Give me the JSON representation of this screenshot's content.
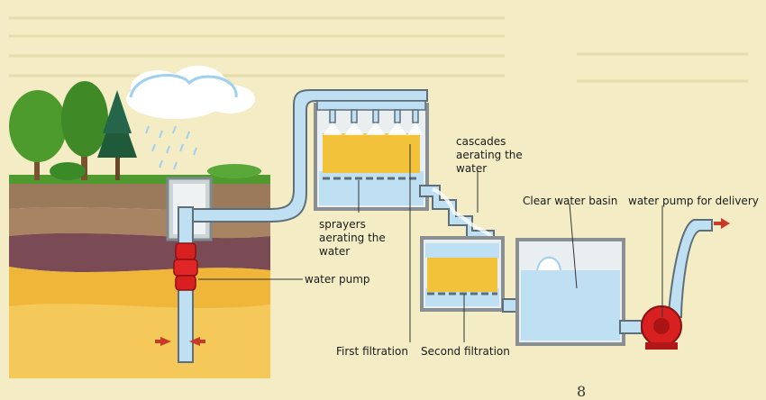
{
  "labels": {
    "sprayers": "sprayers\naerating the\nwater",
    "cascades": "cascades\naerating the\nwater",
    "clear_water_basin": "Clear water basin",
    "delivery_pump": "water pump for delivery",
    "water_pump": "water pump",
    "first_filtration": "First filtration",
    "second_filtration": "Second filtration"
  },
  "page_number": "8",
  "colors": {
    "background": "#f3ecc4",
    "water": "#bfe0f2",
    "pipe_outline": "#5f6f7a",
    "filter_media": "#f2c23a",
    "pump_red": "#d92020",
    "tank_wall": "#8a8f92",
    "grass": "#4f9a2e",
    "topsoil": "#9b7a5b",
    "clay_layer": "#7a4a55",
    "sand_layer": "#f0b63a"
  }
}
